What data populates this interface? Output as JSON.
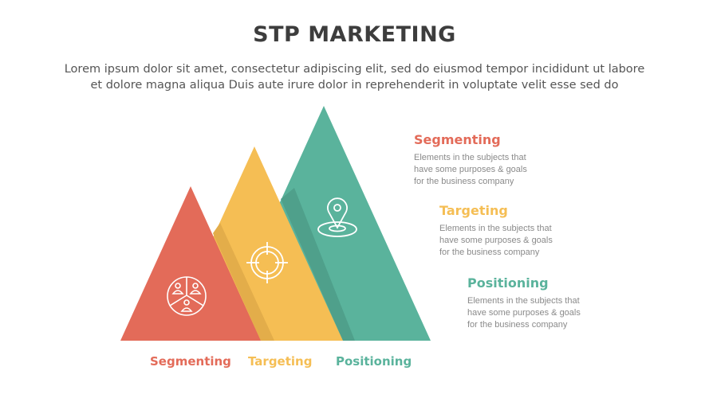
{
  "header": {
    "title": "STP MARKETING",
    "subtitle_lines": [
      "Lorem ipsum dolor sit amet, consectetur adipiscing elit, sed do eiusmod tempor incididunt ut labore",
      "et dolore magna aliqua Duis aute irure dolor in reprehenderit in voluptate velit esse sed do"
    ]
  },
  "colors": {
    "segmenting": "#e36b59",
    "targeting": "#f5be54",
    "positioning": "#5ab39c",
    "title": "#3d3d3d",
    "description": "#8a8a8a"
  },
  "stages": [
    {
      "label": "Segmenting",
      "icon": "people-segments-icon",
      "description_lines": [
        "Elements in the subjects that",
        "have  some purposes & goals",
        "for the  business company"
      ]
    },
    {
      "label": "Targeting",
      "icon": "crosshair-target-icon",
      "description_lines": [
        "Elements in the subjects that",
        "have  some purposes & goals",
        "for the  business company"
      ]
    },
    {
      "label": "Positioning",
      "icon": "location-pin-icon",
      "description_lines": [
        "Elements in the subjects that",
        "have  some purposes & goals",
        "for the  business company"
      ]
    }
  ]
}
